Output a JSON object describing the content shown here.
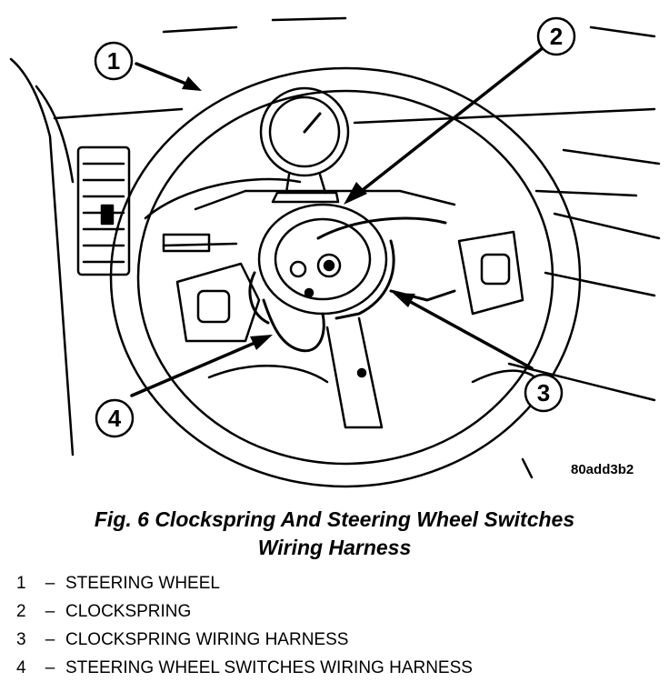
{
  "figure": {
    "code": "80add3b2",
    "caption_line1": "Fig. 6 Clockspring And Steering Wheel Switches",
    "caption_line2": "Wiring Harness"
  },
  "callouts": [
    {
      "number": "1",
      "label": "STEERING WHEEL"
    },
    {
      "number": "2",
      "label": "CLOCKSPRING"
    },
    {
      "number": "3",
      "label": "CLOCKSPRING WIRING HARNESS"
    },
    {
      "number": "4",
      "label": "STEERING WHEEL SWITCHES WIRING HARNESS"
    }
  ],
  "legend_separator": "–"
}
